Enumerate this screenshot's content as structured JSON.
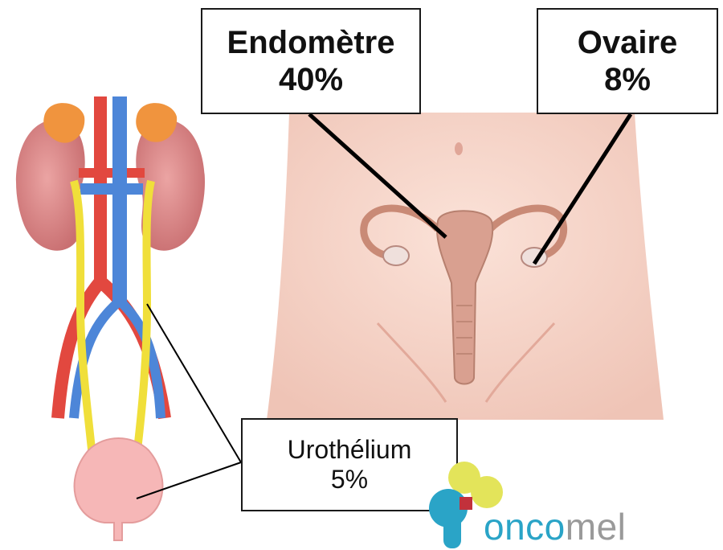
{
  "labels": {
    "endometre": {
      "name": "Endomètre",
      "percent": "40%"
    },
    "ovaire": {
      "name": "Ovaire",
      "percent": "8%"
    },
    "urothelium": {
      "name": "Urothélium",
      "percent": "5%"
    }
  },
  "brand": {
    "part1": "onco",
    "part2": "mel"
  },
  "colors": {
    "artery": "#e2483f",
    "vein": "#4d86d8",
    "ureter": "#f0df3a",
    "kidney": "#de8a8a",
    "adrenal": "#f0943e",
    "skin": "#f4d2c6",
    "uterus": "#d9a090",
    "bladder": "#f6b7b7",
    "logo_yellow": "#e3e45a",
    "logo_blue": "#2aa4c7",
    "logo_red": "#c2313b"
  }
}
